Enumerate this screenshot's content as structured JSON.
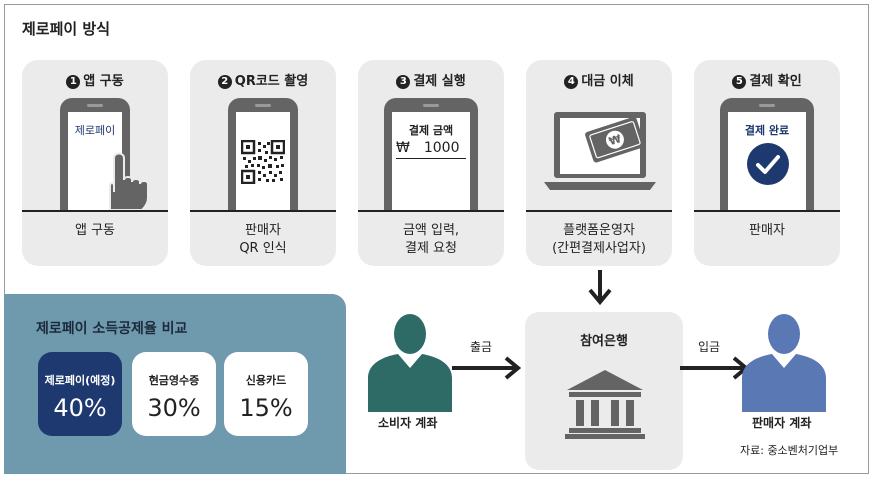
{
  "title": "제로페이 방식",
  "steps": [
    {
      "num": "1",
      "label": "앱 구동",
      "caption_lines": [
        "앱 구동"
      ],
      "screen_text": "제로페이"
    },
    {
      "num": "2",
      "label": "QR코드 촬영",
      "caption_lines": [
        "판매자",
        "QR 인식"
      ]
    },
    {
      "num": "3",
      "label": "결제 실행",
      "caption_lines": [
        "금액 입력,",
        "결제 요청"
      ],
      "screen_title": "결제 금액",
      "screen_currency": "₩",
      "screen_amount": "1000"
    },
    {
      "num": "4",
      "label": "대금 이체",
      "caption_lines": [
        "플랫폼운영자",
        "(간편결제사업자)"
      ]
    },
    {
      "num": "5",
      "label": "결제 확인",
      "caption_lines": [
        "판매자"
      ],
      "screen_text": "결제 완료"
    }
  ],
  "comparison": {
    "title": "제로페이 소득공제율 비교",
    "items": [
      {
        "label": "제로페이(예정)",
        "value": "40%"
      },
      {
        "label": "현금영수증",
        "value": "30%"
      },
      {
        "label": "신용카드",
        "value": "15%"
      }
    ]
  },
  "flow": {
    "consumer": "소비자 계좌",
    "withdraw": "출금",
    "bank": "참여은행",
    "deposit": "입금",
    "seller": "판매자 계좌"
  },
  "source": "자료: 중소벤처기업부",
  "colors": {
    "card_bg": "#ebebeb",
    "device": "#646464",
    "navy": "#1e3870",
    "teal_person": "#2e6b66",
    "blue_person": "#5a78b4",
    "compare_bg": "#6f9aae"
  }
}
